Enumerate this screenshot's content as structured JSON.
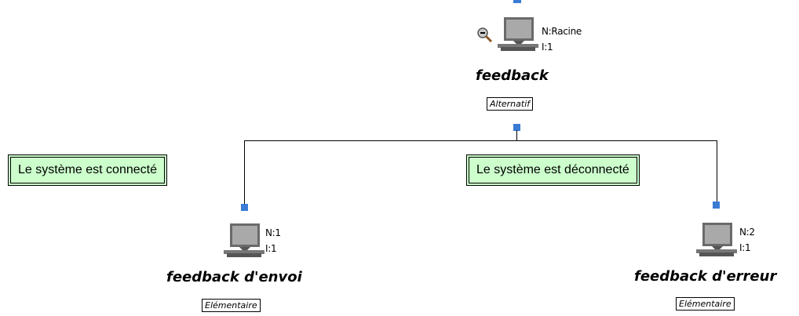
{
  "root": {
    "title": "feedback",
    "n_label": "N:Racine",
    "i_label": "I:1",
    "type": "Alternatif"
  },
  "conditions": {
    "left": "Le système est connecté",
    "right": "Le système est déconnecté"
  },
  "children": [
    {
      "title": "feedback d'envoi",
      "n_label": "N:1",
      "i_label": "I:1",
      "type": "Elémentaire"
    },
    {
      "title": "feedback d'erreur",
      "n_label": "N:2",
      "i_label": "I:1",
      "type": "Elémentaire"
    }
  ],
  "colors": {
    "handle": "#3a7bd5",
    "condition_fill": "#ccffcc"
  },
  "icons": [
    "zoom-out-icon",
    "computer-icon"
  ]
}
